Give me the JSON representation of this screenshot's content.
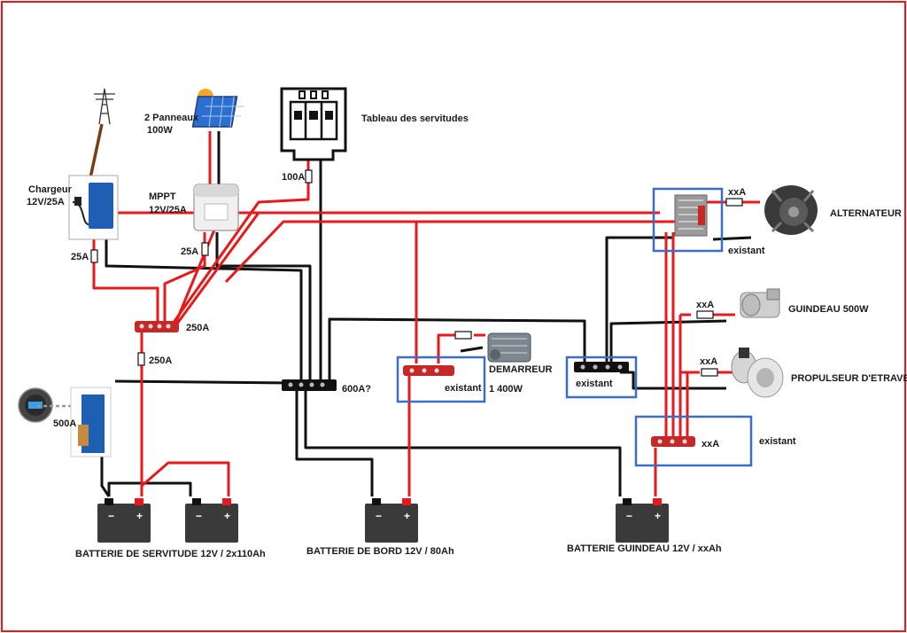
{
  "labels": {
    "chargeur": [
      "Chargeur",
      "12V/25A"
    ],
    "panneaux": [
      "2 Panneaux",
      "100W"
    ],
    "mppt": [
      "MPPT",
      "12V/25A"
    ],
    "tableau": "Tableau des servitudes",
    "fuse_100a": "100A",
    "fuse_25a_left": "25A",
    "fuse_25a_mppt": "25A",
    "bus_250a": "250A",
    "fuse_250a": "250A",
    "shunt_500a": "500A",
    "bus_600a": "600A?",
    "alternateur": "ALTERNATEUR",
    "alt_fuse": "xxA",
    "existant_alt": "existant",
    "guindeau": "GUINDEAU 500W",
    "guindeau_fuse": "xxA",
    "propulseur": "PROPULSEUR D'ETRAVE",
    "propulseur_fuse": "xxA",
    "demarreur": [
      "DEMARREUR",
      "1 400W"
    ],
    "existant_dem": "existant",
    "existant_mid": "existant",
    "bus_guindeau_fuse": "xxA",
    "existant_right": "existant",
    "batt_servitude": "BATTERIE DE SERVITUDE 12V / 2x110Ah",
    "batt_bord": "BATTERIE DE BORD 12V / 80Ah",
    "batt_guindeau": "BATTERIE GUINDEAU 12V / xxAh",
    "minus": "−",
    "plus": "+"
  },
  "colors": {
    "positive_wire": "#e8191b",
    "negative_wire": "#111111",
    "ac_wire": "#7a3d12",
    "highlight_box": "#3a6fc4",
    "frame": "#e8191b"
  },
  "icons": [
    "pylon-icon",
    "solar-panel-icon",
    "charger-icon",
    "mppt-icon",
    "breaker-panel-icon",
    "battery-icon",
    "busbar-icon",
    "fuse-icon",
    "alternator-icon",
    "windlass-icon",
    "thruster-icon",
    "starter-motor-icon",
    "shunt-icon",
    "battery-monitor-icon",
    "charge-splitter-icon"
  ]
}
